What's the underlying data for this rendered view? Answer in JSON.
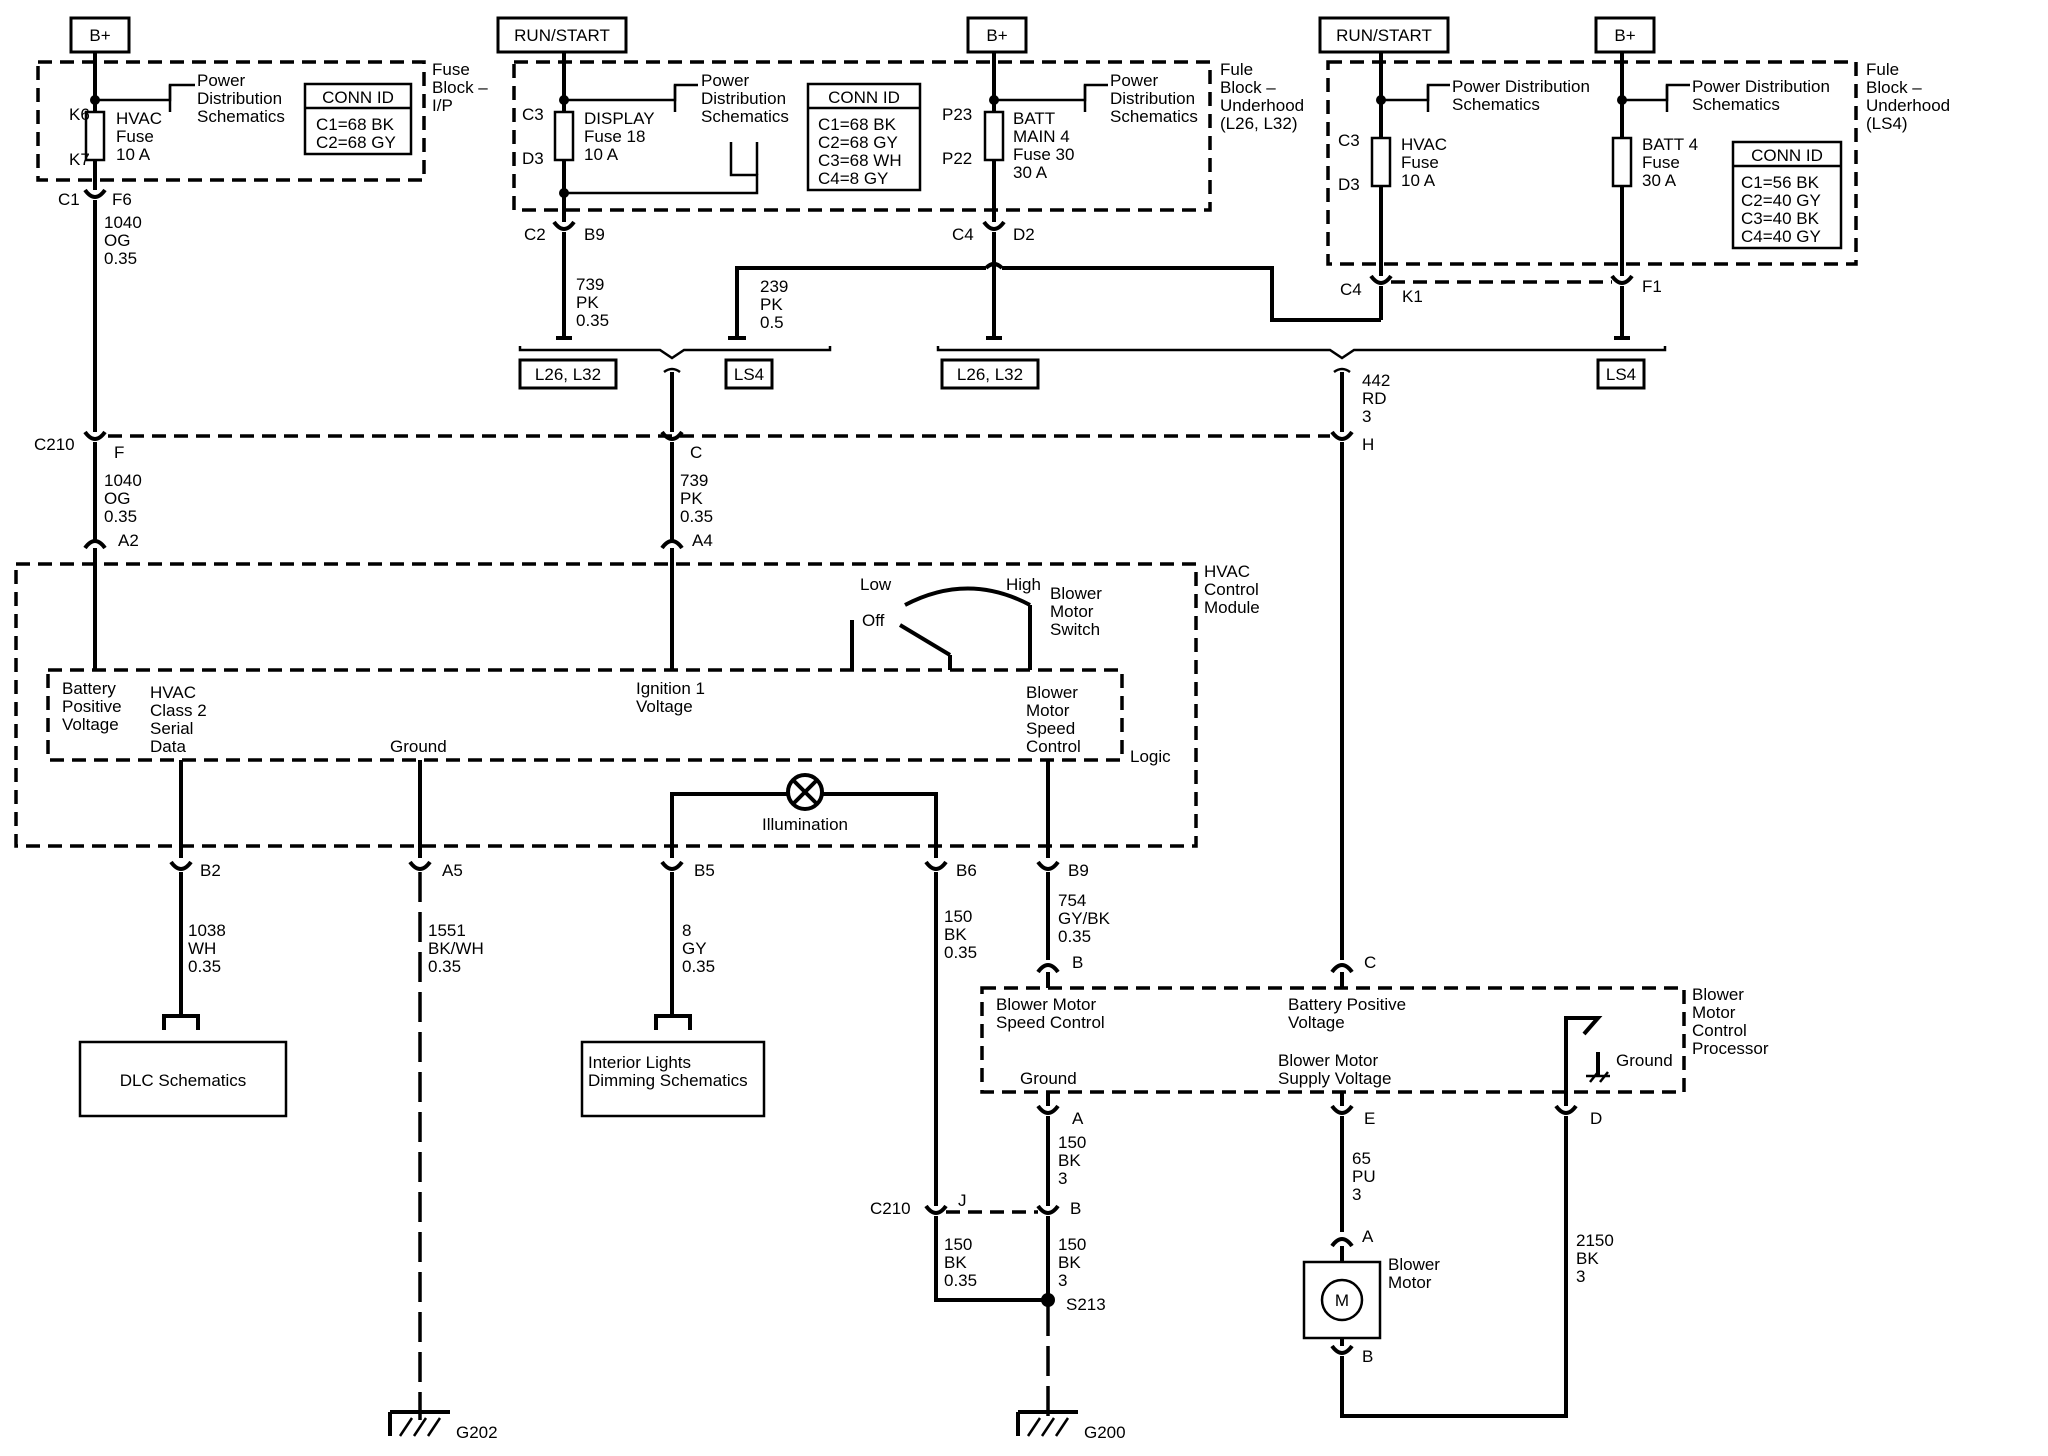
{
  "power_sources": [
    {
      "label": "B+"
    },
    {
      "label": "RUN/START"
    },
    {
      "label": "B+"
    },
    {
      "label": "RUN/START"
    },
    {
      "label": "B+"
    }
  ],
  "fuse_blocks": {
    "ip": {
      "title": [
        "Fuse",
        "Block –",
        "I/P"
      ],
      "pds": [
        "Power",
        "Distribution",
        "Schematics"
      ],
      "conn_title": "CONN ID",
      "conn": [
        "C1=68 BK",
        "C2=68 GY"
      ],
      "fuse": [
        "HVAC",
        "Fuse",
        "10 A"
      ],
      "pin_top": "K6",
      "pin_bot": "K7"
    },
    "uh": {
      "title": [
        "Fule",
        "Block –",
        "Underhood",
        "(L26, L32)"
      ],
      "pds1": [
        "Power",
        "Distribution",
        "Schematics"
      ],
      "pds2": [
        "Power",
        "Distribution",
        "Schematics"
      ],
      "conn_title": "CONN ID",
      "conn": [
        "C1=68 BK",
        "C2=68 GY",
        "C3=68 WH",
        "C4=8 GY"
      ],
      "fuse1": [
        "DISPLAY",
        "Fuse 18",
        "10 A"
      ],
      "f1_top": "C3",
      "f1_bot": "D3",
      "fuse2": [
        "BATT",
        "MAIN 4",
        "Fuse 30",
        "30 A"
      ],
      "f2_top": "P23",
      "f2_bot": "P22"
    },
    "ls4": {
      "title": [
        "Fule",
        "Block –",
        "Underhood",
        "(LS4)"
      ],
      "pds1": [
        "Power Distribution",
        "Schematics"
      ],
      "pds2": [
        "Power Distribution",
        "Schematics"
      ],
      "conn_title": "CONN ID",
      "conn": [
        "C1=56 BK",
        "C2=40 GY",
        "C3=40 BK",
        "C4=40 GY"
      ],
      "fuse1": [
        "HVAC",
        "Fuse",
        "10 A"
      ],
      "f1_top": "C3",
      "f1_bot": "D3",
      "fuse2": [
        "BATT 4",
        "Fuse",
        "30 A"
      ]
    }
  },
  "connectors": {
    "c1": "C1",
    "f6": "F6",
    "c2": "C2",
    "b9": "B9",
    "c4a": "C4",
    "d2": "D2",
    "c4b": "C4",
    "k1": "K1",
    "f1": "F1",
    "c210": "C210",
    "pin_f": "F",
    "pin_c": "C",
    "pin_h": "H",
    "a2": "A2",
    "a4": "A4",
    "b2": "B2",
    "a5": "A5",
    "b5": "B5",
    "b6": "B6",
    "b9b": "B9",
    "bmcp_b": "B",
    "bmcp_c": "C",
    "bmcp_a": "A",
    "bmcp_e": "E",
    "bmcp_d": "D",
    "c210b": "C210",
    "j": "J",
    "b": "B",
    "motor_a": "A",
    "motor_b": "B",
    "s213": "S213"
  },
  "wires": {
    "w1040a": [
      "1040",
      "OG",
      "0.35"
    ],
    "w739a": [
      "739",
      "PK",
      "0.35"
    ],
    "w239": [
      "239",
      "PK",
      "0.5"
    ],
    "w442": [
      "442",
      "RD",
      "3"
    ],
    "w1040b": [
      "1040",
      "OG",
      "0.35"
    ],
    "w739b": [
      "739",
      "PK",
      "0.35"
    ],
    "w1038": [
      "1038",
      "WH",
      "0.35"
    ],
    "w1551": [
      "1551",
      "BK/WH",
      "0.35"
    ],
    "w8": [
      "8",
      "GY",
      "0.35"
    ],
    "w150a": [
      "150",
      "BK",
      "0.35"
    ],
    "w754": [
      "754",
      "GY/BK",
      "0.35"
    ],
    "w150b": [
      "150",
      "BK",
      "3"
    ],
    "w150c": [
      "150",
      "BK",
      "0.35"
    ],
    "w150d": [
      "150",
      "BK",
      "3"
    ],
    "w65": [
      "65",
      "PU",
      "3"
    ],
    "w2150": [
      "2150",
      "BK",
      "3"
    ]
  },
  "options": {
    "o1": "L26, L32",
    "o2": "LS4",
    "o3": "L26, L32",
    "o4": "LS4"
  },
  "hvac_module": {
    "title": [
      "HVAC",
      "Control",
      "Module"
    ],
    "logic": "Logic",
    "switch_label": [
      "Blower",
      "Motor",
      "Switch"
    ],
    "low": "Low",
    "high": "High",
    "off": "Off",
    "bpv": [
      "Battery",
      "Positive",
      "Voltage"
    ],
    "class2": [
      "HVAC",
      "Class 2",
      "Serial",
      "Data"
    ],
    "ground": "Ground",
    "ign": [
      "Ignition 1",
      "Voltage"
    ],
    "bmsc": [
      "Blower",
      "Motor",
      "Speed",
      "Control"
    ],
    "illum": "Illumination"
  },
  "bmcp": {
    "title": [
      "Blower",
      "Motor",
      "Control",
      "Processor"
    ],
    "speed": [
      "Blower Motor",
      "Speed Control"
    ],
    "bpv": [
      "Battery Positive",
      "Voltage"
    ],
    "supply": [
      "Blower Motor",
      "Supply Voltage"
    ],
    "ground": "Ground",
    "ground2": "Ground"
  },
  "refs": {
    "dlc": "DLC Schematics",
    "interior": [
      "Interior Lights",
      "Dimming Schematics"
    ]
  },
  "motor": {
    "label": [
      "Blower",
      "Motor"
    ],
    "symbol": "M"
  },
  "grounds": {
    "g202": "G202",
    "g200": "G200"
  }
}
